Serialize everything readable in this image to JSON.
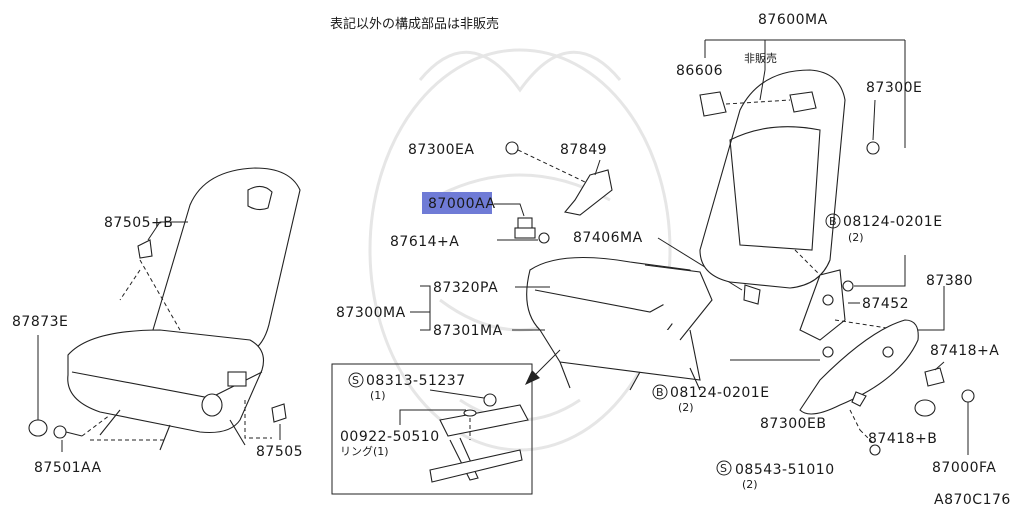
{
  "note_top": "表記以外の構成部品は非販売",
  "figure_id": "A870C176",
  "callouts": {
    "p87600MA": "87600MA",
    "p86606": "86606",
    "not_sold": "非販売",
    "p87300E": "87300E",
    "p87300EA": "87300EA",
    "p87849": "87849",
    "p87000AA": "87000AA",
    "p87614A": "87614+A",
    "p87406MA": "87406MA",
    "p08124a": "08124-0201E",
    "p08124a_qty": "(2)",
    "p87320PA": "87320PA",
    "p87300MA": "87300MA",
    "p87301MA": "87301MA",
    "p87452": "87452",
    "p87380": "87380",
    "p87418A": "87418+A",
    "p08124b": "08124-0201E",
    "p08124b_qty": "(2)",
    "p87300EB": "87300EB",
    "p87418B": "87418+B",
    "p08543": "08543-51010",
    "p08543_qty": "(2)",
    "p87000FA": "87000FA",
    "p87505B": "87505+B",
    "p87873E": "87873E",
    "p87501AA": "87501AA",
    "p87505": "87505",
    "p08313": "08313-51237",
    "p08313_qty": "(1)",
    "p00922": "00922-50510",
    "ring": "リング(1)",
    "bolt_marker": "B",
    "screw_marker": "S"
  },
  "colors": {
    "highlight": "#6f7bd6",
    "line": "#222222"
  }
}
